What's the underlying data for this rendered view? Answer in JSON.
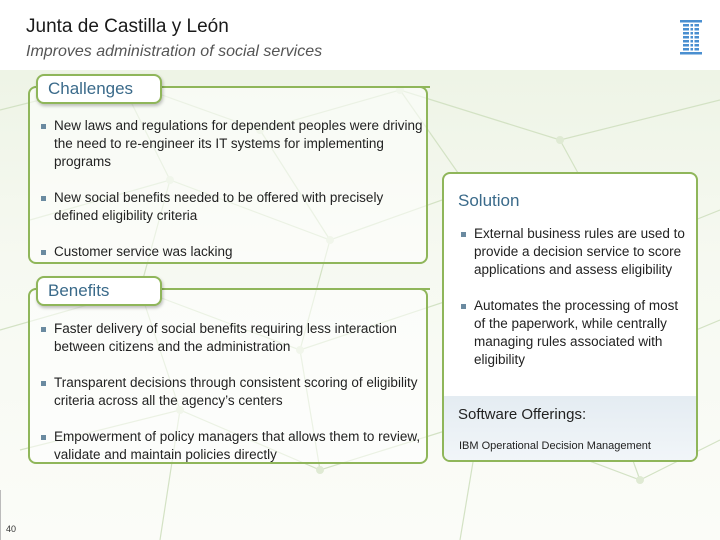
{
  "header": {
    "title": "Junta de Castilla y León",
    "subtitle": "Improves administration of social services"
  },
  "page_number": "40",
  "challenges": {
    "label": "Challenges",
    "items": [
      "New laws and regulations for dependent peoples were driving the need to re-engineer its IT systems for implementing programs",
      "New social benefits needed to be offered with precisely defined eligibility criteria",
      "Customer service was lacking"
    ]
  },
  "benefits": {
    "label": "Benefits",
    "items": [
      "Faster delivery of social benefits requiring less interaction between citizens and the administration",
      "Transparent decisions through consistent scoring of eligibility criteria across all the agency’s centers",
      "Empowerment of policy managers that allows them to review, validate and maintain policies directly"
    ]
  },
  "solution": {
    "label": "Solution",
    "items": [
      "External business rules are used to provide a decision service to score applications and assess eligibility",
      "Automates the processing of most of the paperwork, while centrally managing rules associated with eligibility"
    ]
  },
  "software_offerings": {
    "label": "Software Offerings:",
    "item": "IBM Operational Decision Management"
  },
  "icons": {
    "logo": "ibm-logo-icon"
  },
  "colors": {
    "accent_green": "#8fb65a",
    "heading_blue": "#3a6a8a"
  }
}
